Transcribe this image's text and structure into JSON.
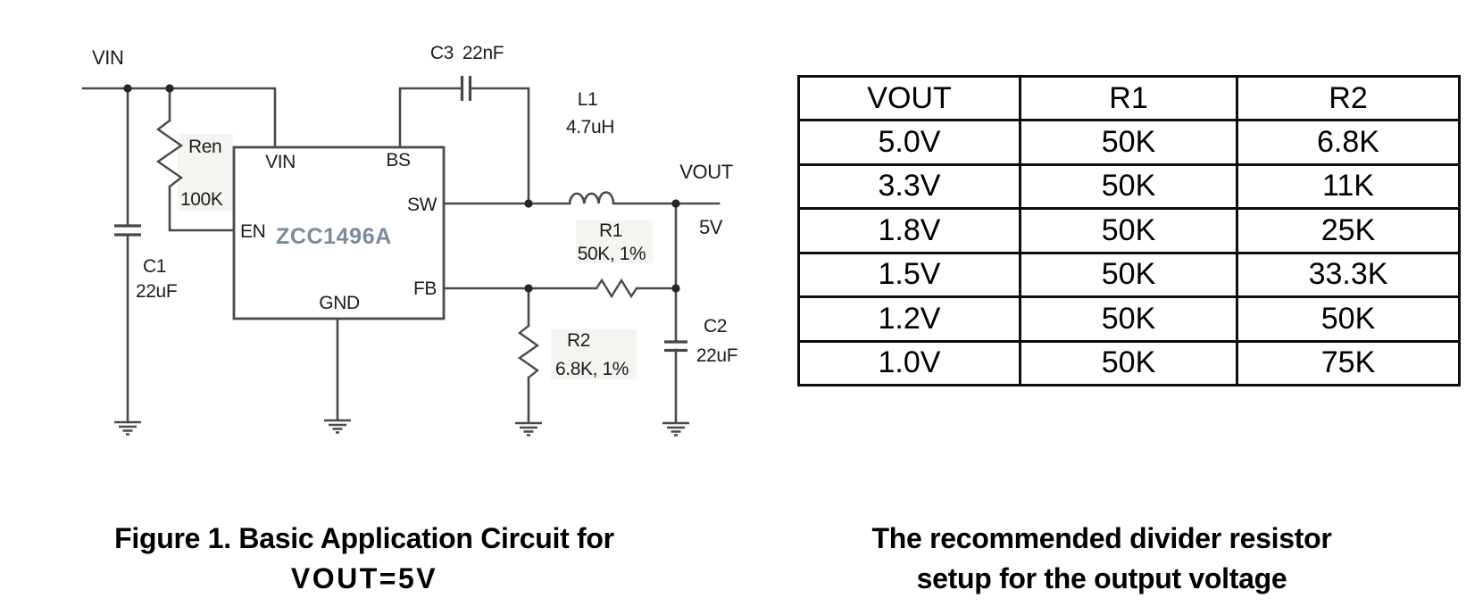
{
  "figure": {
    "caption_line1": "Figure 1. Basic Application Circuit for",
    "caption_line2": "VOUT=5V",
    "chip_name": "ZCC1496A",
    "pins": {
      "vin": "VIN",
      "bs": "BS",
      "sw": "SW",
      "en": "EN",
      "fb": "FB",
      "gnd": "GND"
    },
    "nets": {
      "vin_rail": "VIN",
      "vout": "VOUT",
      "vout_value": "5V"
    },
    "components": {
      "ren": {
        "name": "Ren",
        "value": "100K"
      },
      "c1": {
        "name": "C1",
        "value": "22uF"
      },
      "c3": {
        "name": "C3",
        "value": "22nF"
      },
      "l1": {
        "name": "L1",
        "value": "4.7uH"
      },
      "r1": {
        "name": "R1",
        "value": "50K, 1%"
      },
      "r2": {
        "name": "R2",
        "value": "6.8K, 1%"
      },
      "c2": {
        "name": "C2",
        "value": "22uF"
      }
    }
  },
  "table": {
    "caption_line1": "The recommended divider resistor",
    "caption_line2": "setup for the output voltage",
    "headers": [
      "VOUT",
      "R1",
      "R2"
    ],
    "rows": [
      [
        "5.0V",
        "50K",
        "6.8K"
      ],
      [
        "3.3V",
        "50K",
        "11K"
      ],
      [
        "1.8V",
        "50K",
        "25K"
      ],
      [
        "1.5V",
        "50K",
        "33.3K"
      ],
      [
        "1.2V",
        "50K",
        "50K"
      ],
      [
        "1.0V",
        "50K",
        "75K"
      ]
    ]
  },
  "colors": {
    "wire": "#4a4a4a",
    "chip_label": "#7b8a9d",
    "text": "#1c1c1c",
    "table_border": "#0d0d0d",
    "background": "#ffffff"
  }
}
